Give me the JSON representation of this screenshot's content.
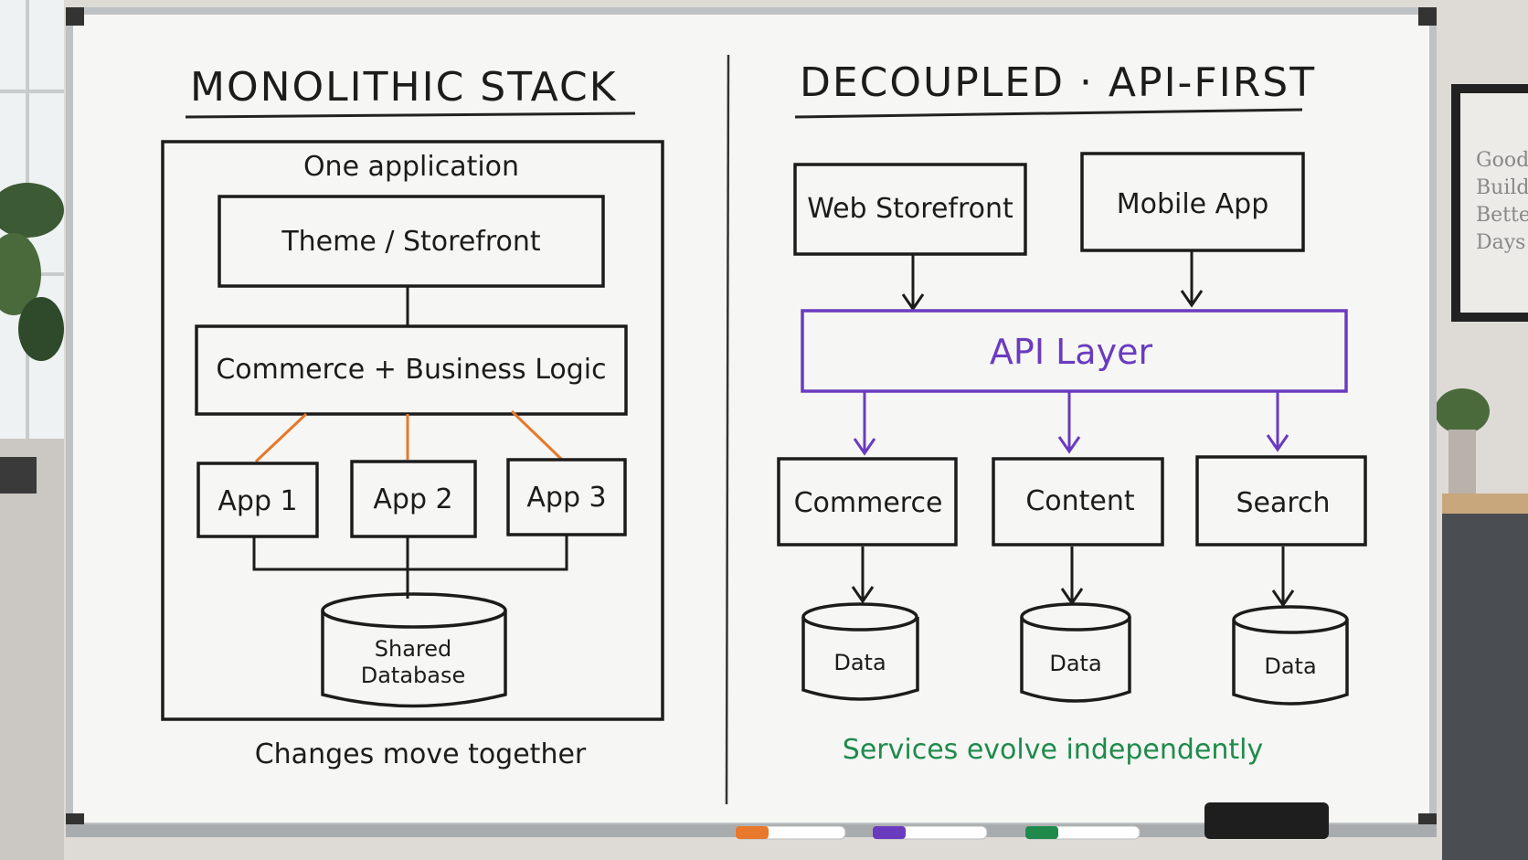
{
  "left": {
    "title": "MONOLITHIC STACK",
    "container_label": "One application",
    "theme_box": "Theme / Storefront",
    "logic_box": "Commerce + Business Logic",
    "apps": [
      "App 1",
      "App 2",
      "App 3"
    ],
    "db_line1": "Shared",
    "db_line2": "Database",
    "caption": "Changes move together"
  },
  "right": {
    "title": "DECOUPLED · API-FIRST",
    "clients": [
      "Web Storefront",
      "Mobile App"
    ],
    "api_layer": "API Layer",
    "services": [
      "Commerce",
      "Content",
      "Search"
    ],
    "data_labels": [
      "Data",
      "Data",
      "Data"
    ],
    "caption": "Services evolve independently"
  },
  "poster": [
    "Good",
    "Builds",
    "Better",
    "Days"
  ],
  "colors": {
    "ink": "#1c1c1c",
    "orange": "#e8782a",
    "purple": "#6a3bbf",
    "green": "#1f8a4c",
    "board": "#f5f5f3"
  }
}
